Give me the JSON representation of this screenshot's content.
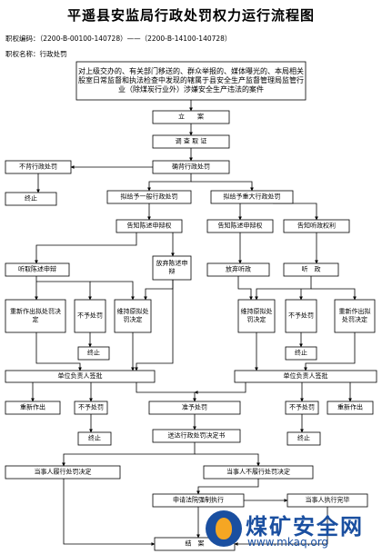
{
  "header": {
    "title": "平遥县安监局行政处罚权力运行流程图",
    "code_line": "职权编码：（2200-B-00100-140728）——（2200-B-14100-140728）",
    "name_line": "职权名称：行政处罚"
  },
  "nodes": {
    "n_source": "对上级交办的、有关部门移送的、群众举报的、媒体曝光的、本局相关股室日常监督和执法检查中发现的辖属于县安全生产监督管理局监管行业（除煤炭行业外）涉嫌安全生产违法的案件",
    "n_lian": "立　　案",
    "n_diaocha": "调 查 取 证",
    "n_buyu1": "不背行政处罚",
    "n_zhongzhi1": "终止",
    "n_ying": "确背行政处罚",
    "n_yiban": "拟给予一般行政处罚",
    "n_zhongda": "拟给予重大行政处罚",
    "n_gaozhi1": "告知陈述申辩权",
    "n_gaozhi2": "告知陈述申辩权",
    "n_gaozhi3": "告知听政权利",
    "n_tingqu": "听取陈述申辩",
    "n_fangqi1": "放弃陈述申辩",
    "n_fangqi2": "放弃听政",
    "n_tingzheng": "听　政",
    "n_chongxin1": "重新作出拟处罚决定",
    "n_buyu2": "不予处罚",
    "n_weichi1": "维持原拟处罚决定",
    "n_weichi2": "维持原拟处罚决定",
    "n_buyu3": "不予处罚",
    "n_chongxin2": "重新作出拟处罚决定",
    "n_zhongzhi2": "终止",
    "n_zhongzhi3": "终止",
    "n_fzr1": "单位负责人签批",
    "n_fzr2": "单位负责人签批",
    "n_chongxin3": "重新作出",
    "n_buyu4": "不予处罚",
    "n_zhunyu": "准予处罚",
    "n_buyu5": "不予处罚",
    "n_chongxin4": "重新作出",
    "n_zhongzhi4": "终止",
    "n_zhongzhi5": "终止",
    "n_songda": "送达行政处罚决定书",
    "n_lvxing": "当事人履行处罚决定",
    "n_bulvxing": "当事人不履行处罚决定",
    "n_shenqing": "申请法院强制执行",
    "n_zhixing": "当事人执行完毕",
    "n_jiean": "结　案"
  },
  "watermark": {
    "brand": "煤矿安全网",
    "url": "www.mkaq.org"
  }
}
